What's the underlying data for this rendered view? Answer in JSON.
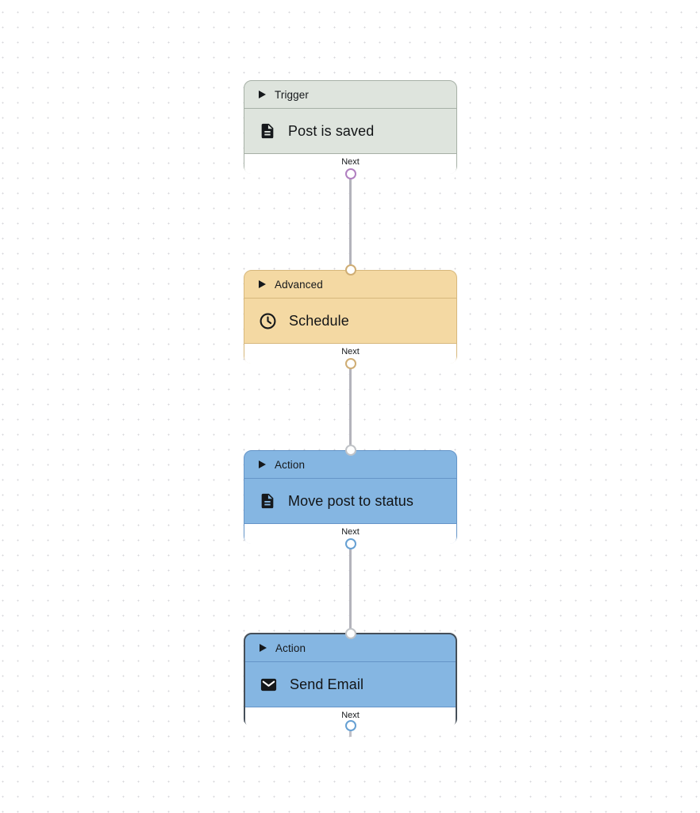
{
  "canvas": {
    "background": "#ffffff",
    "dot_color": "#d6d6da"
  },
  "edge_color": "#b3b3bb",
  "nodes": [
    {
      "id": "trigger-post-is-saved",
      "category": "Trigger",
      "title": "Post is saved",
      "icon": "document-icon",
      "footer_label": "Next",
      "selected": false,
      "colors": {
        "fill": "#dee4dd",
        "border": "#a6b0a6",
        "divider": "#a6b0a6",
        "output_handle": "#b07fc0"
      }
    },
    {
      "id": "advanced-schedule",
      "category": "Advanced",
      "title": "Schedule",
      "icon": "clock-icon",
      "footer_label": "Next",
      "selected": false,
      "colors": {
        "fill": "#f4d9a3",
        "border": "#d7b87c",
        "divider": "#d7b87c",
        "input_handle": "#cfad74",
        "output_handle": "#cfad74"
      }
    },
    {
      "id": "action-move-post-to-status",
      "category": "Action",
      "title": "Move post to status",
      "icon": "document-icon",
      "footer_label": "Next",
      "selected": false,
      "colors": {
        "fill": "#85b6e2",
        "border": "#6595c8",
        "divider": "#6595c8",
        "input_handle": "#c0c3c7",
        "output_handle": "#66a0d3"
      }
    },
    {
      "id": "action-send-email",
      "category": "Action",
      "title": "Send Email",
      "icon": "envelope-icon",
      "footer_label": "Next",
      "selected": true,
      "colors": {
        "fill": "#85b6e2",
        "border": "#454f59",
        "divider": "#6595c8",
        "input_handle": "#c0c3c7",
        "output_handle": "#66a0d3"
      }
    }
  ],
  "edges": [
    {
      "from": "trigger-post-is-saved",
      "to": "advanced-schedule"
    },
    {
      "from": "advanced-schedule",
      "to": "action-move-post-to-status"
    },
    {
      "from": "action-move-post-to-status",
      "to": "action-send-email"
    }
  ]
}
